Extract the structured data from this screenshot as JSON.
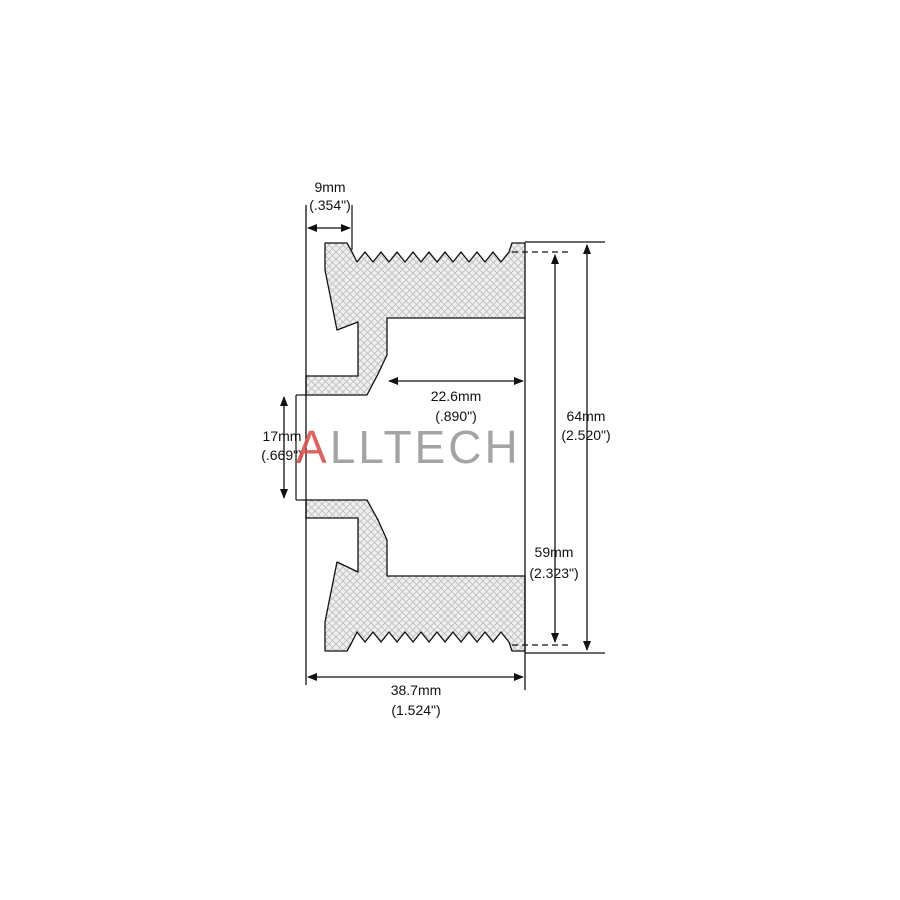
{
  "dimensions": {
    "flange_width": {
      "metric": "9mm",
      "imperial": "(.354\")"
    },
    "hub_depth": {
      "metric": "22.6mm",
      "imperial": "(.890\")"
    },
    "bore_diameter": {
      "metric": "17mm",
      "imperial": "(.669\")"
    },
    "outer_diameter": {
      "metric": "64mm",
      "imperial": "(2.520\")"
    },
    "groove_diameter": {
      "metric": "59mm",
      "imperial": "(2.323\")"
    },
    "overall_length": {
      "metric": "38.7mm",
      "imperial": "(1.524\")"
    }
  },
  "watermark": {
    "text": "ALLTECH",
    "accent_letter": "A",
    "rest": "LLTECH",
    "accent_color": "#d9534f",
    "rest_color": "#9a9a9a"
  },
  "colors": {
    "line": "#111111",
    "hatch": "#bdbdbd",
    "fill": "#efefef"
  }
}
